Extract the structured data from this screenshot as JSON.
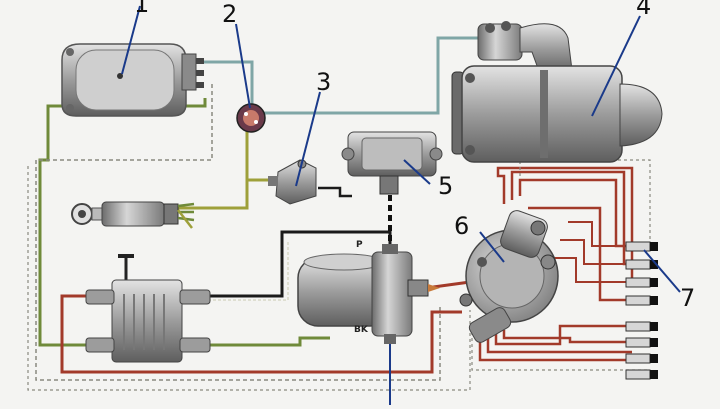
{
  "callouts": [
    {
      "id": "1",
      "label": "1"
    },
    {
      "id": "2",
      "label": "2"
    },
    {
      "id": "3",
      "label": "3"
    },
    {
      "id": "4",
      "label": "4"
    },
    {
      "id": "5",
      "label": "5"
    },
    {
      "id": "6",
      "label": "6"
    },
    {
      "id": "7",
      "label": "7"
    }
  ],
  "terminals": {
    "p": "P",
    "bk": "BK"
  },
  "colors": {
    "wire_blue": "#7fa6a6",
    "wire_green": "#6f8a3a",
    "wire_olive": "#9ea03a",
    "wire_red": "#a23a2a",
    "wire_black": "#1a1a1a",
    "wire_dashed": "#8a8a80",
    "part_gray": "#8e8e8e",
    "part_light": "#c9c9c9"
  },
  "icons": [
    "regulator-icon",
    "fuse-icon",
    "relay-icon",
    "starter-icon",
    "switch-icon",
    "ignition-switch-icon",
    "ignition-coil-icon",
    "distributor-icon",
    "spark-plug-icon",
    "resistor-box-icon"
  ]
}
